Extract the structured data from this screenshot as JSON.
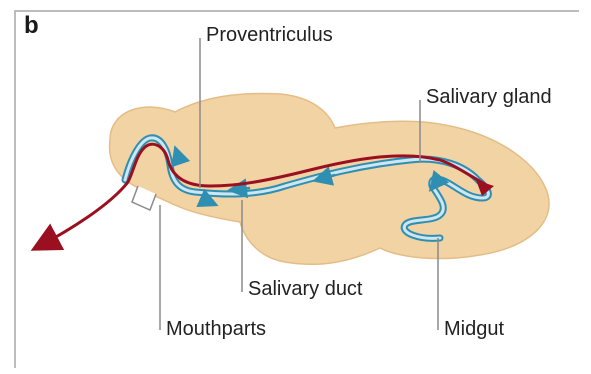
{
  "panel_letter": "b",
  "labels": {
    "proventriculus": "Proventriculus",
    "salivary_gland": "Salivary gland",
    "salivary_duct": "Salivary duct",
    "mouthparts": "Mouthparts",
    "midgut": "Midgut"
  },
  "colors": {
    "body_fill": "#f2d3a4",
    "body_stroke": "#e4bd86",
    "gut_channel": "#2e8fb3",
    "gut_channel_light": "#cfe6ef",
    "salivary_path": "#9b1020",
    "leader_line": "#8a8a8a"
  }
}
